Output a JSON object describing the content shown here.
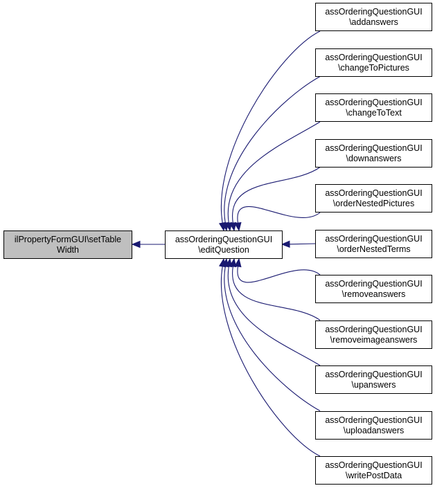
{
  "diagram": {
    "type": "doxygen-caller-graph",
    "edge_color": "#191970",
    "focus_fill": "#bfbfbf",
    "focus_node": {
      "id": "setTableWidth",
      "line1": "ilPropertyFormGUI\\setTable",
      "line2": "Width"
    },
    "middle_node": {
      "id": "editQuestion",
      "line1": "assOrderingQuestionGUI",
      "line2": "\\editQuestion"
    },
    "callers": [
      {
        "id": "addanswers",
        "line1": "assOrderingQuestionGUI",
        "line2": "\\addanswers"
      },
      {
        "id": "changeToPictures",
        "line1": "assOrderingQuestionGUI",
        "line2": "\\changeToPictures"
      },
      {
        "id": "changeToText",
        "line1": "assOrderingQuestionGUI",
        "line2": "\\changeToText"
      },
      {
        "id": "downanswers",
        "line1": "assOrderingQuestionGUI",
        "line2": "\\downanswers"
      },
      {
        "id": "orderNestedPictures",
        "line1": "assOrderingQuestionGUI",
        "line2": "\\orderNestedPictures"
      },
      {
        "id": "orderNestedTerms",
        "line1": "assOrderingQuestionGUI",
        "line2": "\\orderNestedTerms"
      },
      {
        "id": "removeanswers",
        "line1": "assOrderingQuestionGUI",
        "line2": "\\removeanswers"
      },
      {
        "id": "removeimageanswers",
        "line1": "assOrderingQuestionGUI",
        "line2": "\\removeimageanswers"
      },
      {
        "id": "upanswers",
        "line1": "assOrderingQuestionGUI",
        "line2": "\\upanswers"
      },
      {
        "id": "uploadanswers",
        "line1": "assOrderingQuestionGUI",
        "line2": "\\uploadanswers"
      },
      {
        "id": "writePostData",
        "line1": "assOrderingQuestionGUI",
        "line2": "\\writePostData"
      }
    ],
    "edges": [
      {
        "from": "editQuestion",
        "to": "setTableWidth"
      },
      {
        "from": "addanswers",
        "to": "editQuestion"
      },
      {
        "from": "changeToPictures",
        "to": "editQuestion"
      },
      {
        "from": "changeToText",
        "to": "editQuestion"
      },
      {
        "from": "downanswers",
        "to": "editQuestion"
      },
      {
        "from": "orderNestedPictures",
        "to": "editQuestion"
      },
      {
        "from": "orderNestedTerms",
        "to": "editQuestion"
      },
      {
        "from": "removeanswers",
        "to": "editQuestion"
      },
      {
        "from": "removeimageanswers",
        "to": "editQuestion"
      },
      {
        "from": "upanswers",
        "to": "editQuestion"
      },
      {
        "from": "uploadanswers",
        "to": "editQuestion"
      },
      {
        "from": "writePostData",
        "to": "editQuestion"
      }
    ]
  }
}
